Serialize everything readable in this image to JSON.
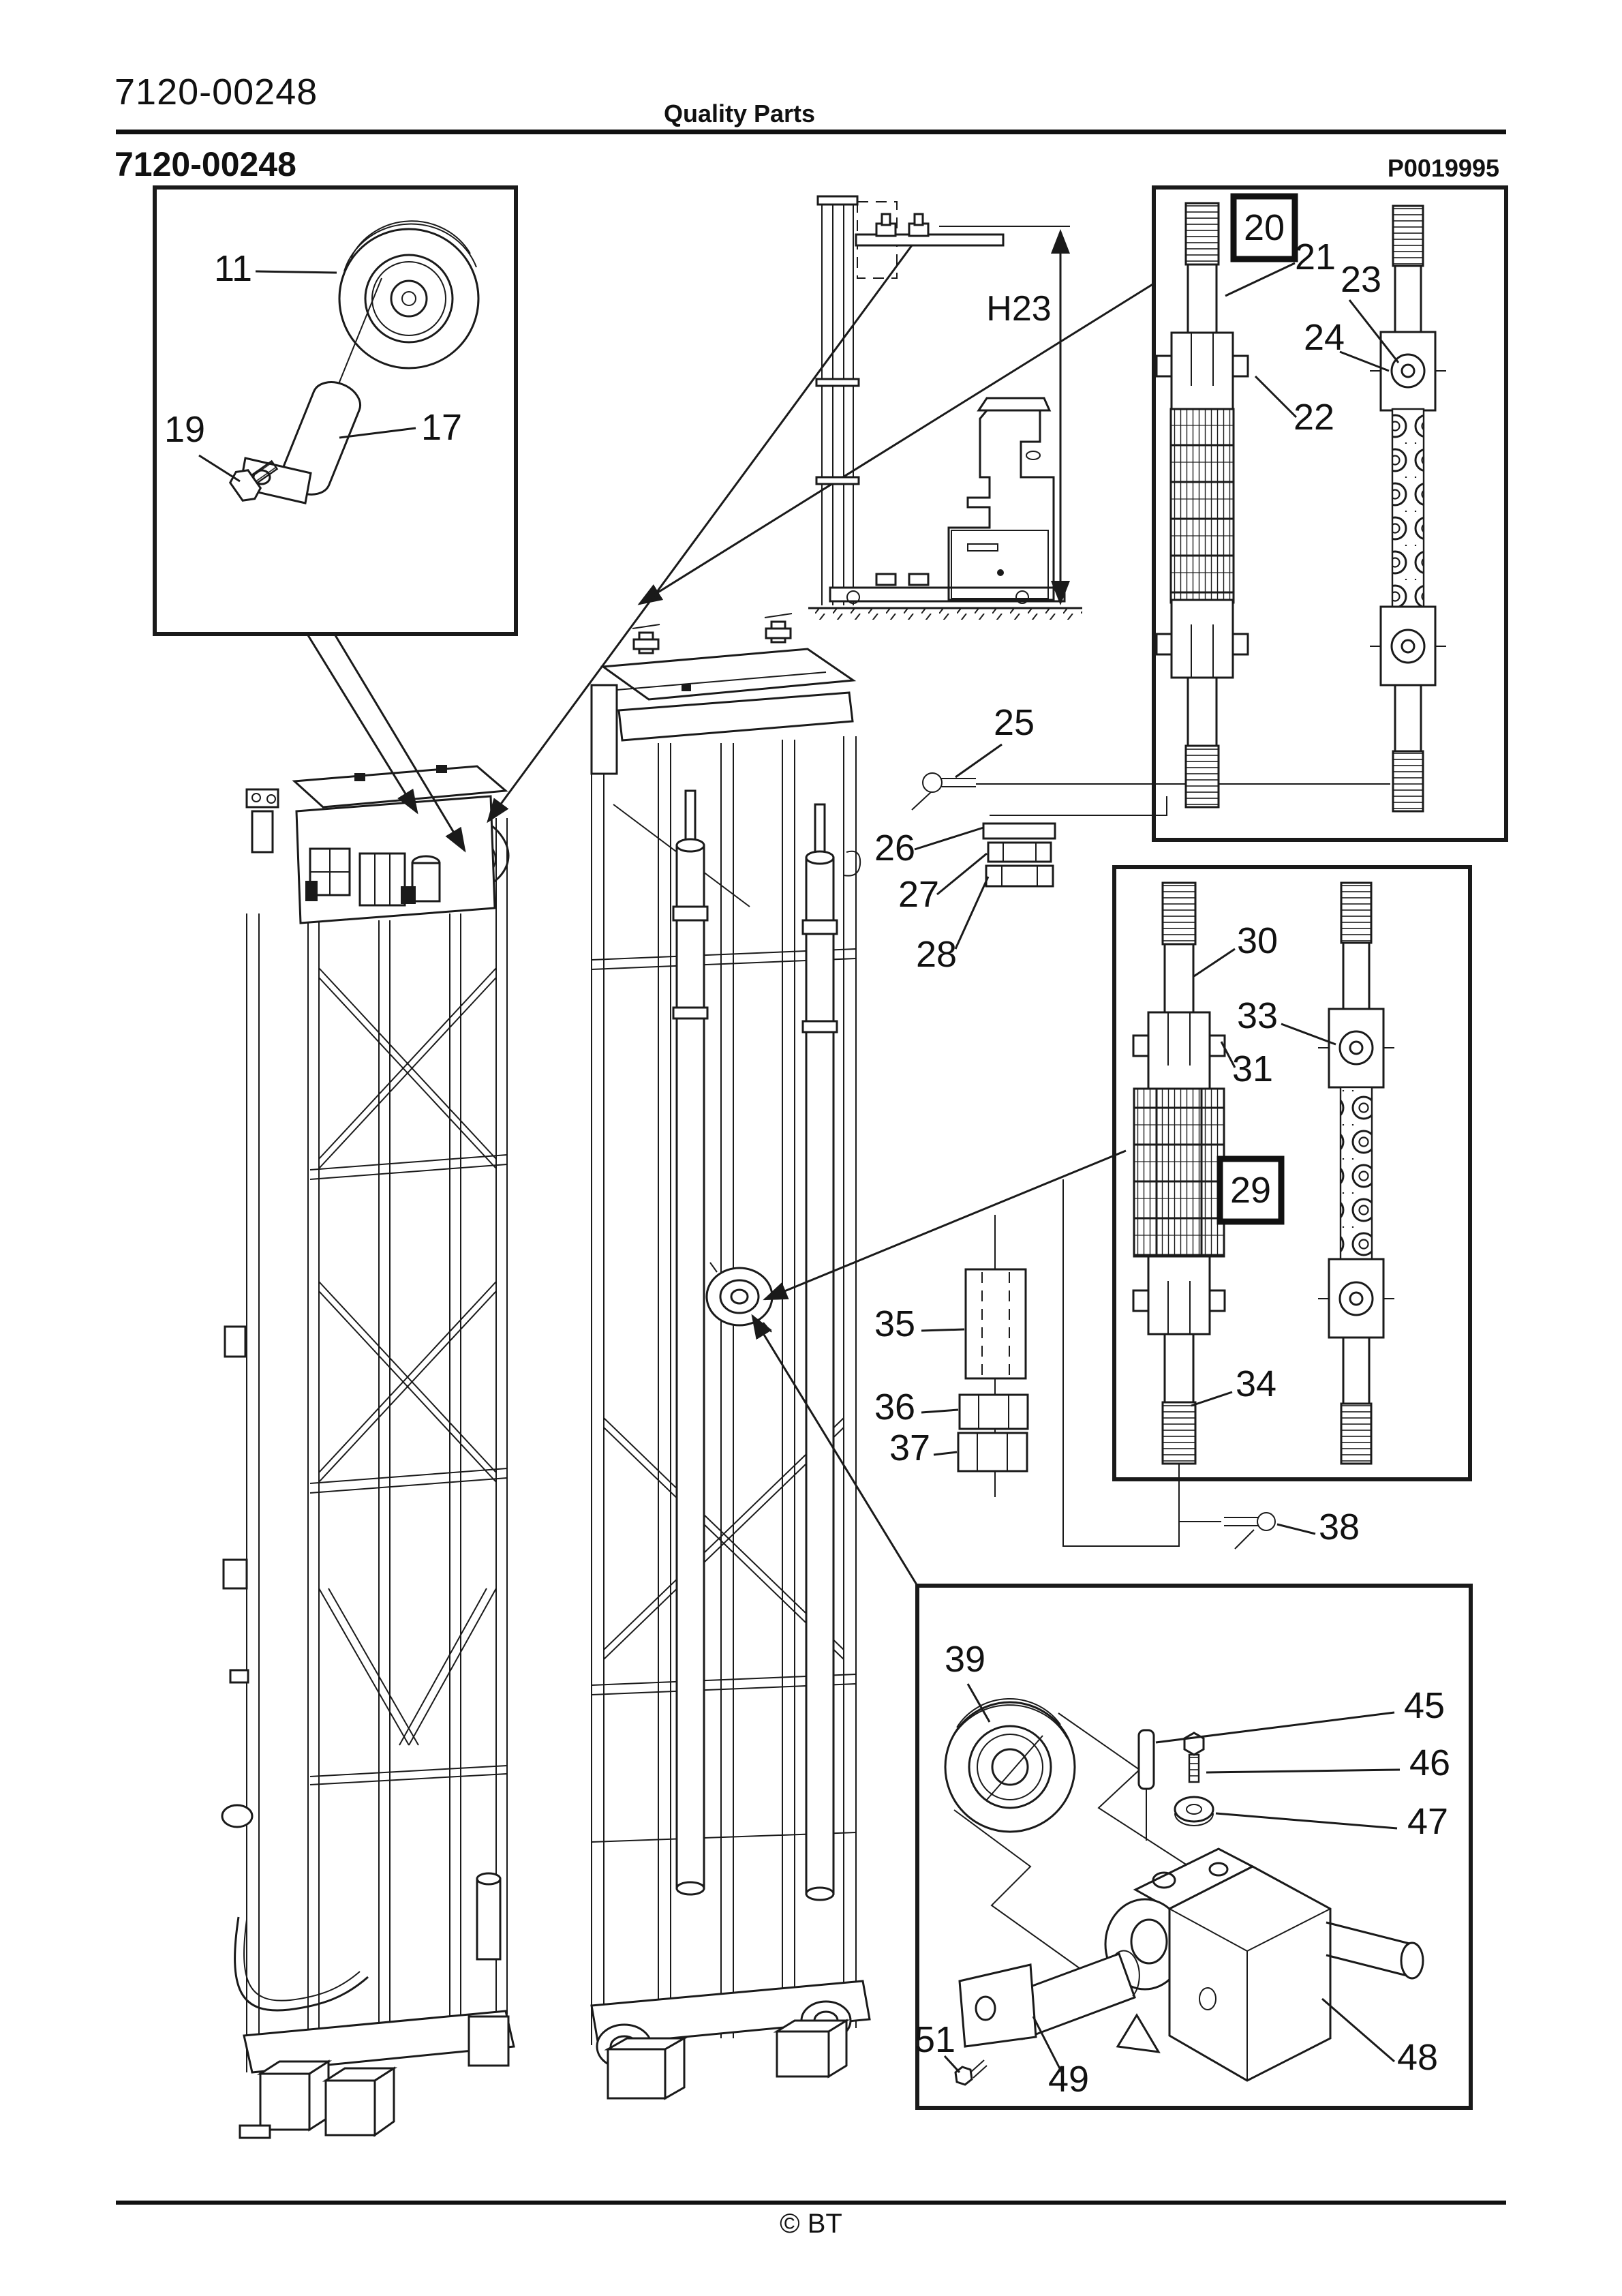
{
  "header": {
    "part_number": "7120-00248",
    "title": "Quality Parts",
    "subtitle_part_number": "7120-00248",
    "doc_code": "P0019995"
  },
  "footer": {
    "copyright": "© BT"
  },
  "diagram": {
    "dimension_label": "H23",
    "boxed_callouts": [
      "20",
      "29"
    ],
    "callouts": {
      "c11": "11",
      "c17": "17",
      "c19": "19",
      "c20": "20",
      "c21": "21",
      "c22": "22",
      "c23": "23",
      "c24": "24",
      "c25": "25",
      "c26": "26",
      "c27": "27",
      "c28": "28",
      "c29": "29",
      "c30": "30",
      "c31": "31",
      "c33": "33",
      "c34": "34",
      "c35": "35",
      "c36": "36",
      "c37": "37",
      "c38": "38",
      "c39": "39",
      "c45": "45",
      "c46": "46",
      "c47": "47",
      "c48": "48",
      "c49": "49",
      "c51": "51"
    },
    "colors": {
      "ink": "#1a1a1a",
      "paper": "#ffffff"
    }
  }
}
